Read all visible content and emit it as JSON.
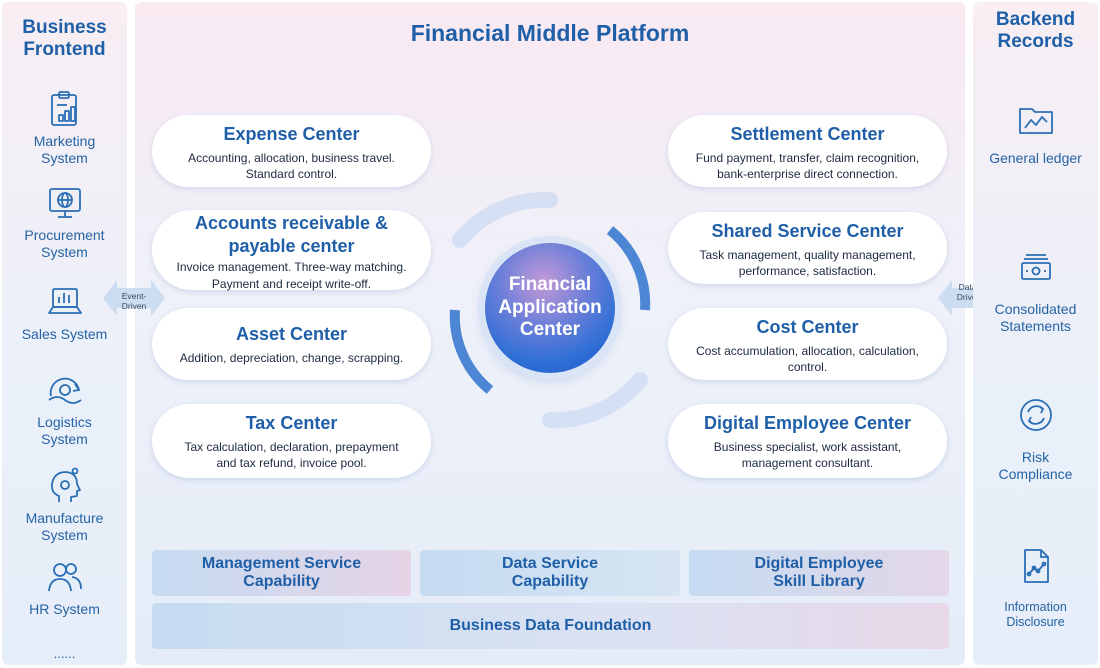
{
  "left_panel": {
    "title_line1": "Business",
    "title_line2": "Frontend",
    "items": [
      {
        "label_line1": "Marketing",
        "label_line2": "System",
        "icon": "clipboard-chart-icon"
      },
      {
        "label_line1": "Procurement",
        "label_line2": "System",
        "icon": "globe-monitor-icon"
      },
      {
        "label_line1": "Sales System",
        "label_line2": "",
        "icon": "laptop-chart-icon"
      },
      {
        "label_line1": "Logistics",
        "label_line2": "System",
        "icon": "logistics-globe-icon"
      },
      {
        "label_line1": "Manufacture",
        "label_line2": "System",
        "icon": "head-gear-icon"
      },
      {
        "label_line1": "HR System",
        "label_line2": "",
        "icon": "users-icon"
      }
    ],
    "more": "......"
  },
  "center_panel": {
    "title": "Financial Middle Platform",
    "hub": {
      "line1": "Financial",
      "line2": "Application",
      "line3": "Center"
    },
    "left_cards": [
      {
        "title_line1": "Expense Center",
        "title_line2": "",
        "desc_line1": "Accounting, allocation, business travel.",
        "desc_line2": "Standard control."
      },
      {
        "title_line1": "Accounts receivable &",
        "title_line2": "payable center",
        "desc_line1": "Invoice management. Three-way matching.",
        "desc_line2": "Payment and receipt write-off."
      },
      {
        "title_line1": "Asset Center",
        "title_line2": "",
        "desc_line1": "Addition, depreciation, change, scrapping.",
        "desc_line2": ""
      },
      {
        "title_line1": "Tax Center",
        "title_line2": "",
        "desc_line1": "Tax calculation, declaration, prepayment",
        "desc_line2": "and tax refund, invoice pool."
      }
    ],
    "right_cards": [
      {
        "title_line1": "Settlement Center",
        "title_line2": "",
        "desc_line1": "Fund payment, transfer, claim recognition,",
        "desc_line2": "bank-enterprise direct connection."
      },
      {
        "title_line1": "Shared Service Center",
        "title_line2": "",
        "desc_line1": "Task management, quality management,",
        "desc_line2": "performance, satisfaction."
      },
      {
        "title_line1": "Cost Center",
        "title_line2": "",
        "desc_line1": "Cost accumulation, allocation, calculation,",
        "desc_line2": "control."
      },
      {
        "title_line1": "Digital Employee Center",
        "title_line2": "",
        "desc_line1": "Business specialist, work assistant,",
        "desc_line2": "management consultant."
      }
    ],
    "capabilities": [
      {
        "line1": "Management Service",
        "line2": "Capability"
      },
      {
        "line1": "Data Service",
        "line2": "Capability"
      },
      {
        "line1": "Digital Employee",
        "line2": "Skill Library"
      }
    ],
    "foundation": "Business Data Foundation"
  },
  "arrows": {
    "left": {
      "line1": "Event-",
      "line2": "Driven"
    },
    "right": {
      "line1": "Data-",
      "line2": "Driven"
    }
  },
  "right_panel": {
    "title_line1": "Backend",
    "title_line2": "Records",
    "items": [
      {
        "label_line1": "General ledger",
        "label_line2": "",
        "icon": "folder-chart-icon"
      },
      {
        "label_line1": "Consolidated",
        "label_line2": "Statements",
        "icon": "cash-stack-icon"
      },
      {
        "label_line1": "Risk",
        "label_line2": "Compliance",
        "icon": "cycle-arrows-icon"
      },
      {
        "label_line1": "Information",
        "label_line2": "Disclosure",
        "icon": "document-chart-icon"
      }
    ]
  },
  "colors": {
    "title_blue": "#1f5fa8",
    "label_blue": "#2563a5",
    "icon_blue": "#2a6fb5",
    "hub_blue": "#2f6fd6",
    "hub_violet": "#c59ad8"
  }
}
